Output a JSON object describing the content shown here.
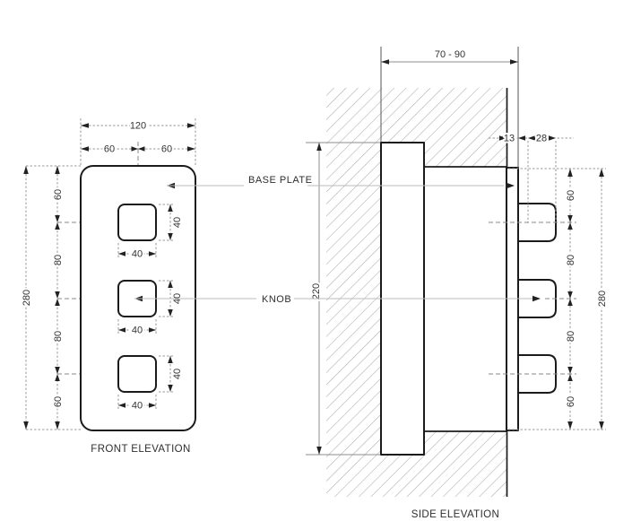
{
  "labels": {
    "base_plate": "BASE PLATE",
    "knob": "KNOB"
  },
  "front": {
    "caption": "FRONT ELEVATION",
    "dims": {
      "overall_width": "120",
      "left_half": "60",
      "right_half": "60",
      "overall_height": "280",
      "top_seg": "60",
      "upper_mid_seg": "80",
      "lower_mid_seg": "80",
      "bottom_seg": "60",
      "knob_width": "40",
      "knob_height": "40"
    }
  },
  "side": {
    "caption": "SIDE ELEVATION",
    "dims": {
      "wall_depth_range": "70 - 90",
      "recess_height": "220",
      "plate_thickness": "13",
      "knob_projection": "28",
      "overall_height": "280",
      "top_seg": "60",
      "upper_mid_seg": "80",
      "lower_mid_seg": "80",
      "bottom_seg": "60"
    }
  },
  "colors": {
    "object_line": "#1b1b1b",
    "dimension_line": "#9a9a9a",
    "hatch": "#ababab",
    "text": "#333333",
    "background": "#ffffff"
  }
}
